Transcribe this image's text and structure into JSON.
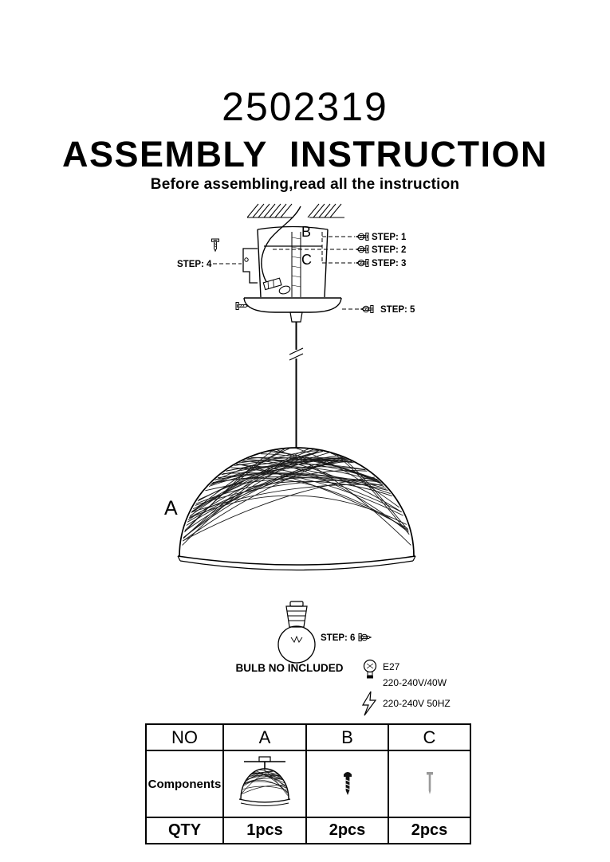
{
  "header": {
    "model": "2502319",
    "title": "ASSEMBLY  INSTRUCTION",
    "subtitle": "Before assembling,read all the instruction"
  },
  "diagram": {
    "part_a": "A",
    "part_b": "B",
    "part_c": "C",
    "step1": "STEP: 1",
    "step2": "STEP: 2",
    "step3": "STEP: 3",
    "step4": "STEP: 4",
    "step5": "STEP: 5",
    "step6": "STEP: 6"
  },
  "bulb": {
    "not_included": "BULB NO INCLUDED",
    "socket_type": "E27",
    "power_rating": "220-240V/40W",
    "voltage_frequency": "220-240V 50HZ"
  },
  "parts_table": {
    "headers": [
      "NO",
      "A",
      "B",
      "C"
    ],
    "components_label": "Components",
    "qty_label": "QTY",
    "qty": [
      "1pcs",
      "2pcs",
      "2pcs"
    ]
  },
  "icons": {
    "fastener": "screw-icon",
    "socket": "bulb-icon",
    "power": "lightning-icon",
    "component_a": "pendant-lamp-icon",
    "component_b": "screw-bolt-icon",
    "component_c": "screw-small-icon"
  },
  "colors": {
    "ink": "#000000",
    "paper": "#ffffff"
  }
}
